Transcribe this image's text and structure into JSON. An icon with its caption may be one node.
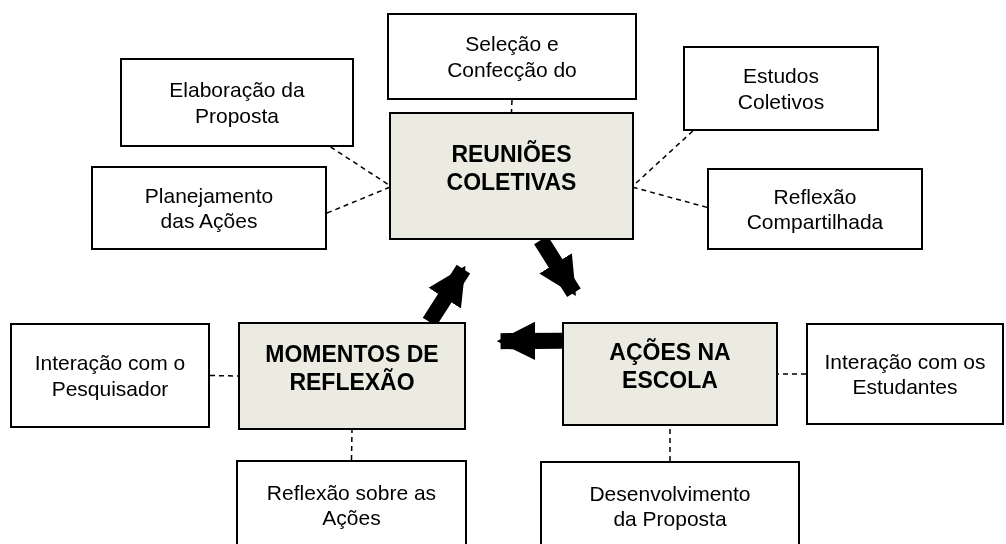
{
  "diagram": {
    "nodes": [
      {
        "text": [
          "REUNIÕES COLETIVAS"
        ]
      },
      {
        "text": [
          "Seleção e Confecção do"
        ]
      },
      {
        "text": [
          "Elaboração da Proposta"
        ]
      },
      {
        "text": [
          "Estudos Coletivos"
        ]
      },
      {
        "text": [
          "Planejamento das Ações"
        ]
      },
      {
        "text": [
          "Reflexão Compartilhada"
        ]
      },
      {
        "text": [
          "MOMENTOS DE REFLEXÃO"
        ]
      },
      {
        "text": [
          "AÇÕES NA ESCOLA"
        ]
      },
      {
        "text": [
          "Interação com o Pesquisador"
        ]
      },
      {
        "text": [
          "Interação com os Estudantes"
        ]
      },
      {
        "text": [
          "Reflexão sobre as Ações"
        ]
      },
      {
        "text": [
          "Desenvolvimento da Proposta"
        ]
      }
    ],
    "edges": [
      {
        "from": 1,
        "to": 0,
        "arrow": "none",
        "style": "dashed"
      },
      {
        "from": 2,
        "to": 0,
        "arrow": "none",
        "style": "dashed"
      },
      {
        "from": 3,
        "to": 0,
        "arrow": "none",
        "style": "dashed"
      },
      {
        "from": 4,
        "to": 0,
        "arrow": "none",
        "style": "dashed"
      },
      {
        "from": 5,
        "to": 0,
        "arrow": "none",
        "style": "dashed"
      },
      {
        "from": 6,
        "to": 0,
        "arrow": "to",
        "style": "thick"
      },
      {
        "from": 0,
        "to": 7,
        "arrow": "to",
        "style": "thick"
      },
      {
        "from": 7,
        "to": 6,
        "arrow": "to",
        "style": "thick"
      },
      {
        "from": 8,
        "to": 6,
        "arrow": "none",
        "style": "dashed"
      },
      {
        "from": 9,
        "to": 7,
        "arrow": "none",
        "style": "dashed"
      },
      {
        "from": 10,
        "to": 6,
        "arrow": "none",
        "style": "dashed"
      },
      {
        "from": 11,
        "to": 7,
        "arrow": "none",
        "style": "dashed"
      }
    ]
  }
}
